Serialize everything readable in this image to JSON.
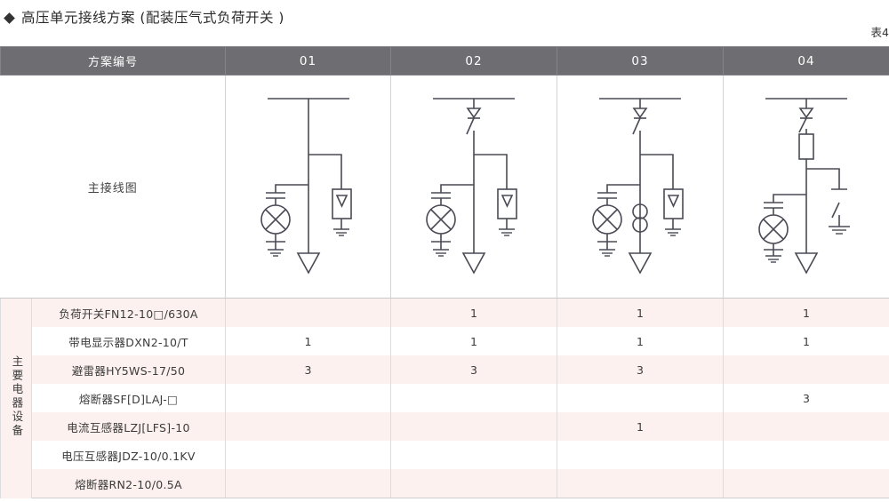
{
  "title": {
    "bullet": "diamond-bullet",
    "text": "高压单元接线方案 (配装压气式负荷开关 )",
    "table_number": "表4"
  },
  "table": {
    "header": {
      "scheme_label": "方案编号",
      "columns": [
        "01",
        "02",
        "03",
        "04"
      ]
    },
    "diagram_row": {
      "label": "主接线图",
      "schemes": [
        {
          "id": "01",
          "has_load_switch": false,
          "has_fuse": false,
          "has_ct": false,
          "has_arrester": true,
          "has_earth_switch": false,
          "has_live_display": true
        },
        {
          "id": "02",
          "has_load_switch": true,
          "has_fuse": false,
          "has_ct": false,
          "has_arrester": true,
          "has_earth_switch": false,
          "has_live_display": true
        },
        {
          "id": "03",
          "has_load_switch": true,
          "has_fuse": false,
          "has_ct": true,
          "has_arrester": true,
          "has_earth_switch": false,
          "has_live_display": true
        },
        {
          "id": "04",
          "has_load_switch": true,
          "has_fuse": true,
          "has_ct": false,
          "has_arrester": false,
          "has_earth_switch": true,
          "has_live_display": true
        }
      ]
    },
    "equipment_section_label": "主要电器设备",
    "equipment_rows": [
      {
        "name": "负荷开关FN12-10□/630A",
        "values": [
          "",
          "1",
          "1",
          "1"
        ]
      },
      {
        "name": "带电显示器DXN2-10/T",
        "values": [
          "1",
          "1",
          "1",
          "1"
        ]
      },
      {
        "name": "避雷器HY5WS-17/50",
        "values": [
          "3",
          "3",
          "3",
          ""
        ]
      },
      {
        "name": "熔断器SF[D]LAJ-□",
        "values": [
          "",
          "",
          "",
          "3"
        ]
      },
      {
        "name": "电流互感器LZJ[LFS]-10",
        "values": [
          "",
          "",
          "1",
          ""
        ]
      },
      {
        "name": "电压互感器JDZ-10/0.1KV",
        "values": [
          "",
          "",
          "",
          ""
        ]
      },
      {
        "name": "熔断器RN2-10/0.5A",
        "values": [
          "",
          "",
          "",
          ""
        ]
      }
    ]
  },
  "colors": {
    "header_bar": "#6d6d72",
    "row_stripe": "#fcf1ef",
    "row_plain": "#ffffff",
    "line": "#4a4a55",
    "border": "#cfcfcf"
  }
}
